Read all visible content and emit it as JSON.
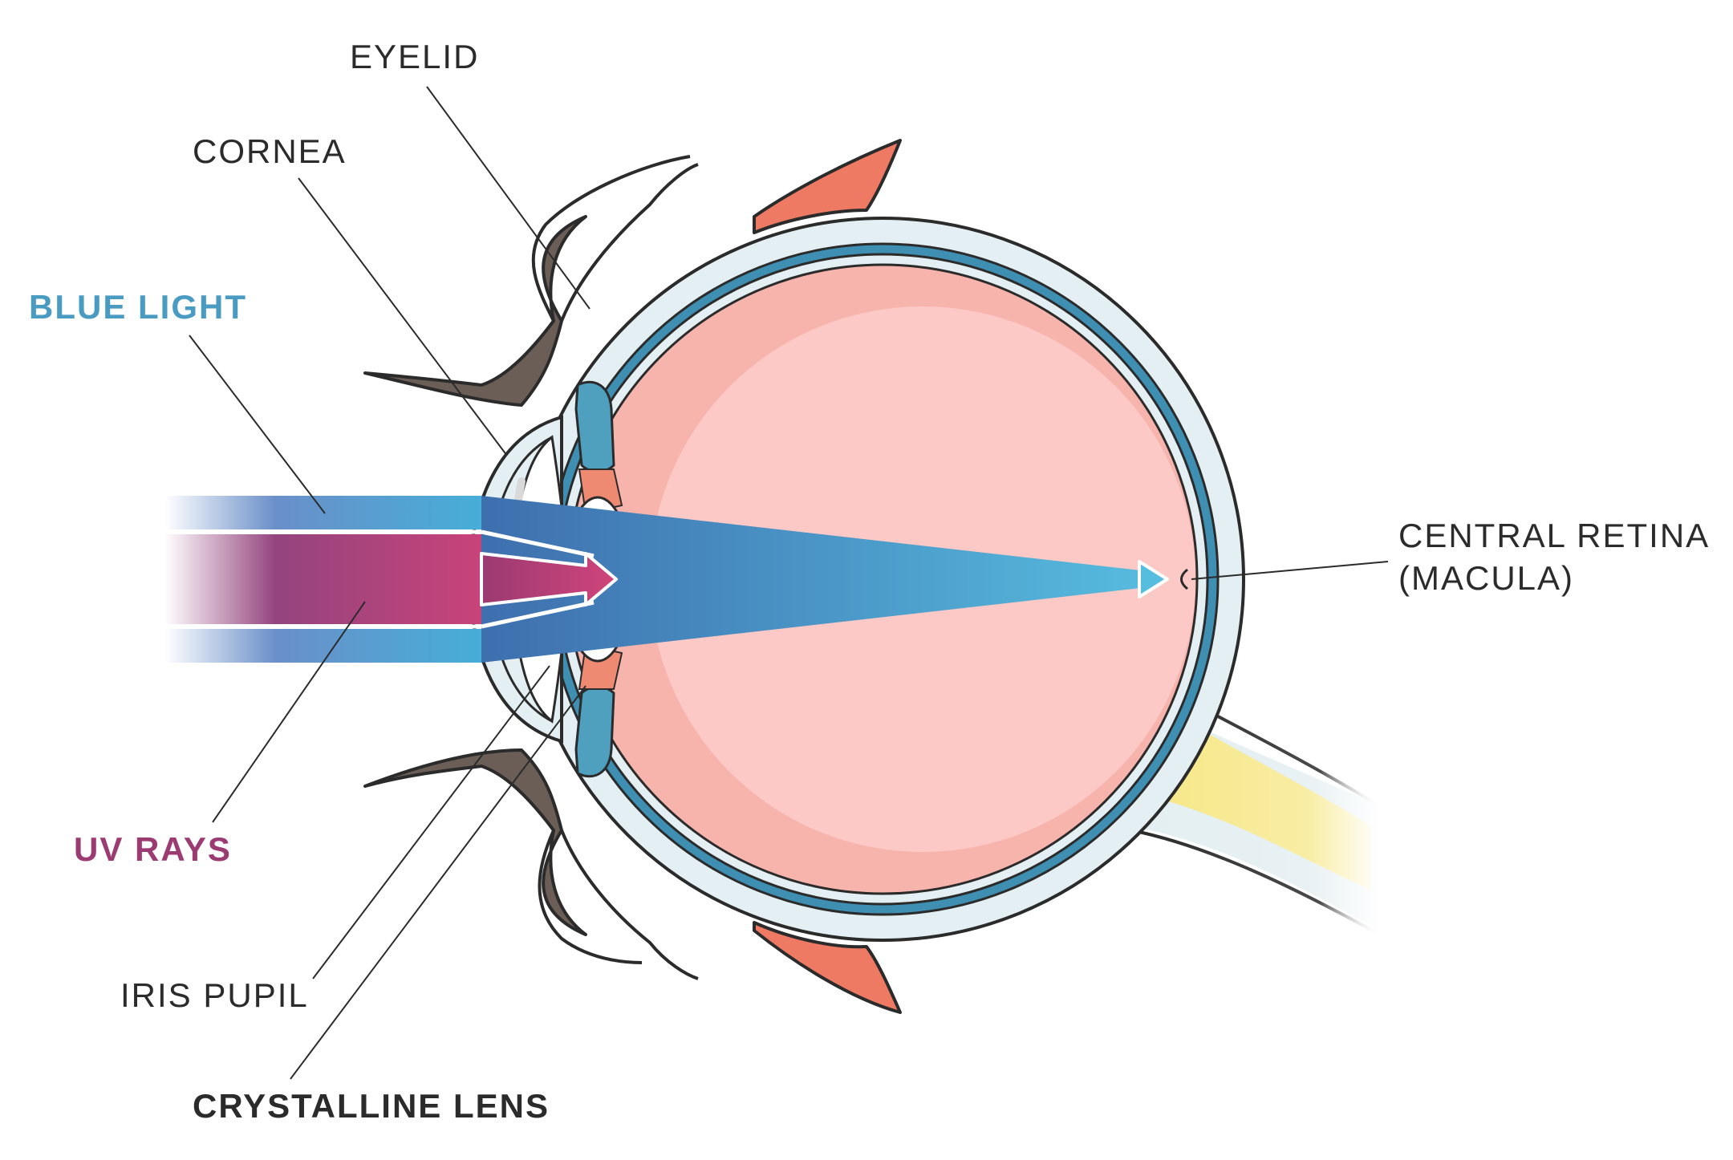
{
  "labels": {
    "eyelid": "EYELID",
    "cornea": "CORNEA",
    "blue_light": "BLUE LIGHT",
    "uv_rays": "UV RAYS",
    "iris_pupil": "IRIS PUPIL",
    "crystalline_lens": "CRYSTALLINE LENS",
    "central_retina_line1": "CENTRAL RETINA",
    "central_retina_line2": "(MACULA)"
  },
  "colors": {
    "blue_light": "#4a9bc2",
    "uv_rays": "#9c3a72",
    "vitreous": "#f7b4ac",
    "vitreous_inner": "#fcc9c6",
    "sclera": "#e3eff2",
    "choroid": "#3f8fb3",
    "muscle": "#ef7a63",
    "optic_nerve": "#f8ea8a",
    "eyelid": "#6b5e57"
  }
}
